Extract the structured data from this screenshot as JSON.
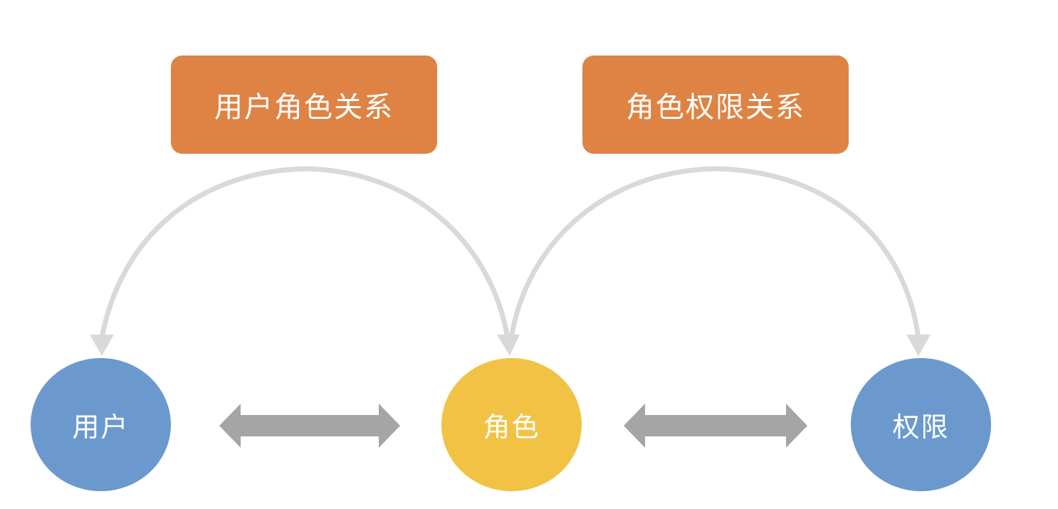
{
  "relations": {
    "user_role": "用户角色关系",
    "role_permission": "角色权限关系"
  },
  "nodes": {
    "user": "用户",
    "role": "角色",
    "permission": "权限"
  },
  "colors": {
    "relation_box": "#DE8344",
    "user_node": "#6B99CE",
    "role_node": "#F2C244",
    "permission_node": "#6B99CE",
    "curve_arrow": "#D9D9D9",
    "double_arrow": "#A5A5A5",
    "text": "#FFFFFF"
  }
}
